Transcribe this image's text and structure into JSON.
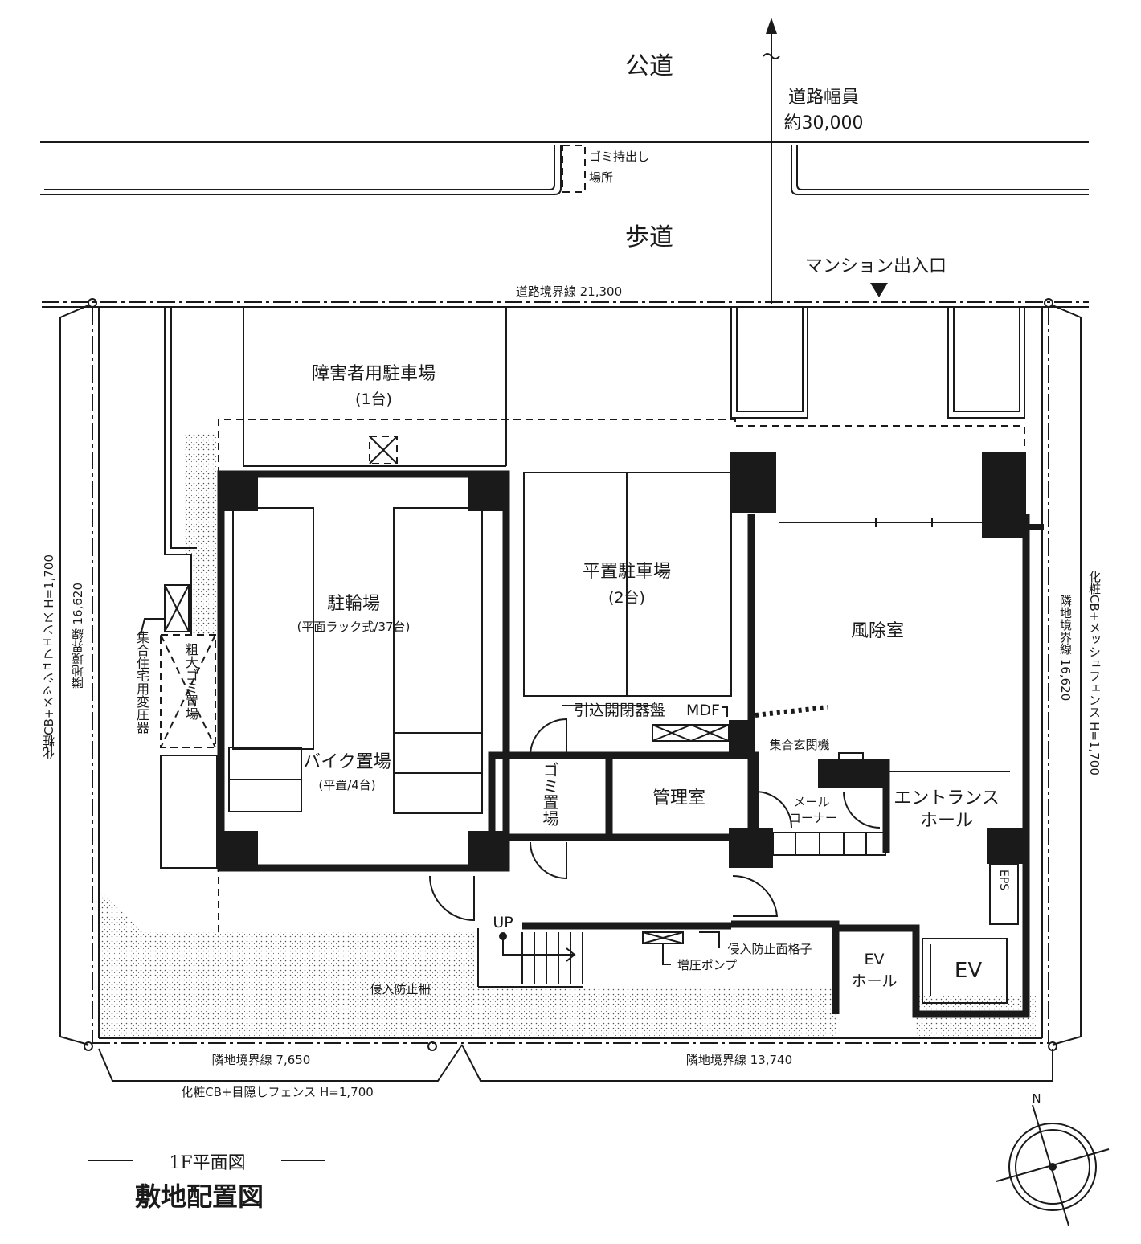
{
  "road": {
    "public_road": "公道",
    "road_width_label": "道路幅員",
    "road_width_value": "約30,000",
    "sidewalk": "歩道",
    "garbage_pickup_1": "ゴミ持出し",
    "garbage_pickup_2": "場所",
    "mansion_entrance": "マンション出入口",
    "road_boundary": "道路境界線 21,300"
  },
  "boundaries": {
    "left_fence": "化粧CB+メッシュフェンス H=1,700",
    "left_line": "隣地境界線 16,620",
    "right_fence": "化粧CB+メッシュフェンス H=1,700",
    "right_line": "隣地境界線 16,620",
    "bottom_left": "隣地境界線 7,650",
    "bottom_right": "隣地境界線 13,740",
    "bottom_fence": "化粧CB+目隠しフェンス H=1,700"
  },
  "rooms": {
    "accessible_parking": "障害者用駐車場",
    "accessible_parking_count": "(1台)",
    "flat_parking": "平置駐車場",
    "flat_parking_count": "(2台)",
    "bicycle_parking": "駐輪場",
    "bicycle_parking_detail": "(平面ラック式/37台)",
    "bike_parking": "バイク置場",
    "bike_parking_detail": "(平置/4台)",
    "windbreak_room": "風除室",
    "trash": "ゴミ置場",
    "management_room": "管理室",
    "mail_corner_1": "メール",
    "mail_corner_2": "コーナー",
    "entrance_hall_1": "エントランス",
    "entrance_hall_2": "ホール",
    "ev_hall_1": "EV",
    "ev_hall_2": "ホール",
    "ev": "EV",
    "eps": "EPS",
    "bulky_trash": "粗大ゴミ置場",
    "transformer": "集合住宅用変圧器"
  },
  "equipment": {
    "switchgear": "引込開閉器盤",
    "mdf": "MDF",
    "intercom": "集合玄関機",
    "up": "UP",
    "window_grille": "侵入防止面格子",
    "booster_pump": "増圧ポンプ",
    "fence_barrier": "侵入防止柵"
  },
  "title": {
    "floor": "1F平面図",
    "main": "敷地配置図"
  },
  "compass": {
    "north": "N"
  }
}
